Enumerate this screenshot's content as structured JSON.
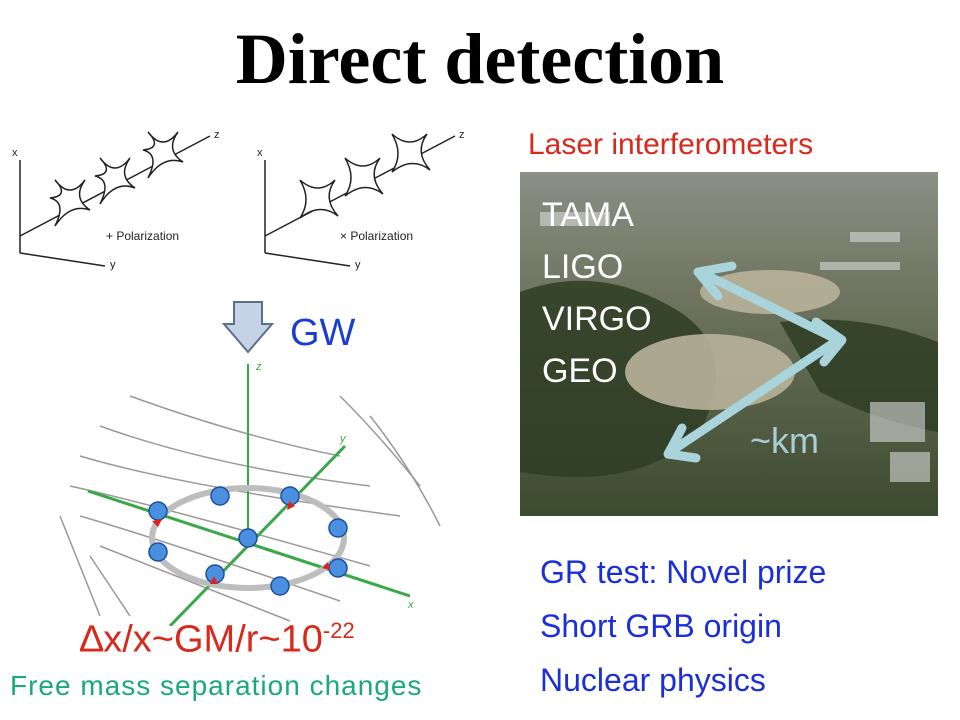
{
  "title": "Direct detection",
  "polarization": {
    "plus_label": "+ Polarization",
    "cross_label": "× Polarization",
    "axis_x": "x",
    "axis_y": "y",
    "axis_z": "z"
  },
  "gw_label": "GW",
  "laser": {
    "heading": "Laser interferometers",
    "detectors": [
      "TAMA",
      "LIGO",
      "VIRGO",
      "GEO"
    ],
    "scale_label": "~km"
  },
  "ring_axes": {
    "x": "x",
    "y": "y",
    "z": "z"
  },
  "formula": {
    "main": "∆x/x~GM/r~10",
    "exponent": "-22"
  },
  "caption": "Free mass separation changes",
  "notes": [
    "GR test: Novel prize",
    "Short GRB origin",
    "Nuclear physics"
  ]
}
